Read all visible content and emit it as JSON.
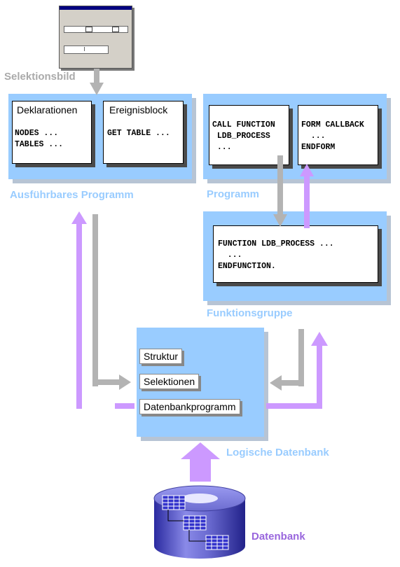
{
  "labels": {
    "selektionsbild": "Selektionsbild",
    "ausfuehrbares_programm": "Ausführbares Programm",
    "programm": "Programm",
    "funktionsgruppe": "Funktionsgruppe",
    "logische_datenbank": "Logische Datenbank",
    "datenbank": "Datenbank"
  },
  "exec_program": {
    "declarations": {
      "title": "Deklarationen",
      "code": [
        "NODES ...",
        "TABLES ..."
      ]
    },
    "event_block": {
      "title": "Ereignisblock",
      "code": [
        "GET TABLE ..."
      ]
    }
  },
  "program": {
    "call_box": {
      "code": [
        "CALL FUNCTION",
        " LDB_PROCESS",
        " ..."
      ]
    },
    "form_box": {
      "code": [
        "FORM CALLBACK",
        "  ...",
        "ENDFORM"
      ]
    }
  },
  "function_group": {
    "code": [
      "FUNCTION LDB_PROCESS ...",
      "  ...",
      "ENDFUNCTION."
    ]
  },
  "logical_db": {
    "items": [
      "Struktur",
      "Selektionen",
      "Datenbankprogramm"
    ]
  },
  "colors": {
    "panel": "#99ccff",
    "grey_arrow": "#b3b3b3",
    "purple_arrow": "#cc99ff",
    "purple_label": "#9966dd"
  }
}
